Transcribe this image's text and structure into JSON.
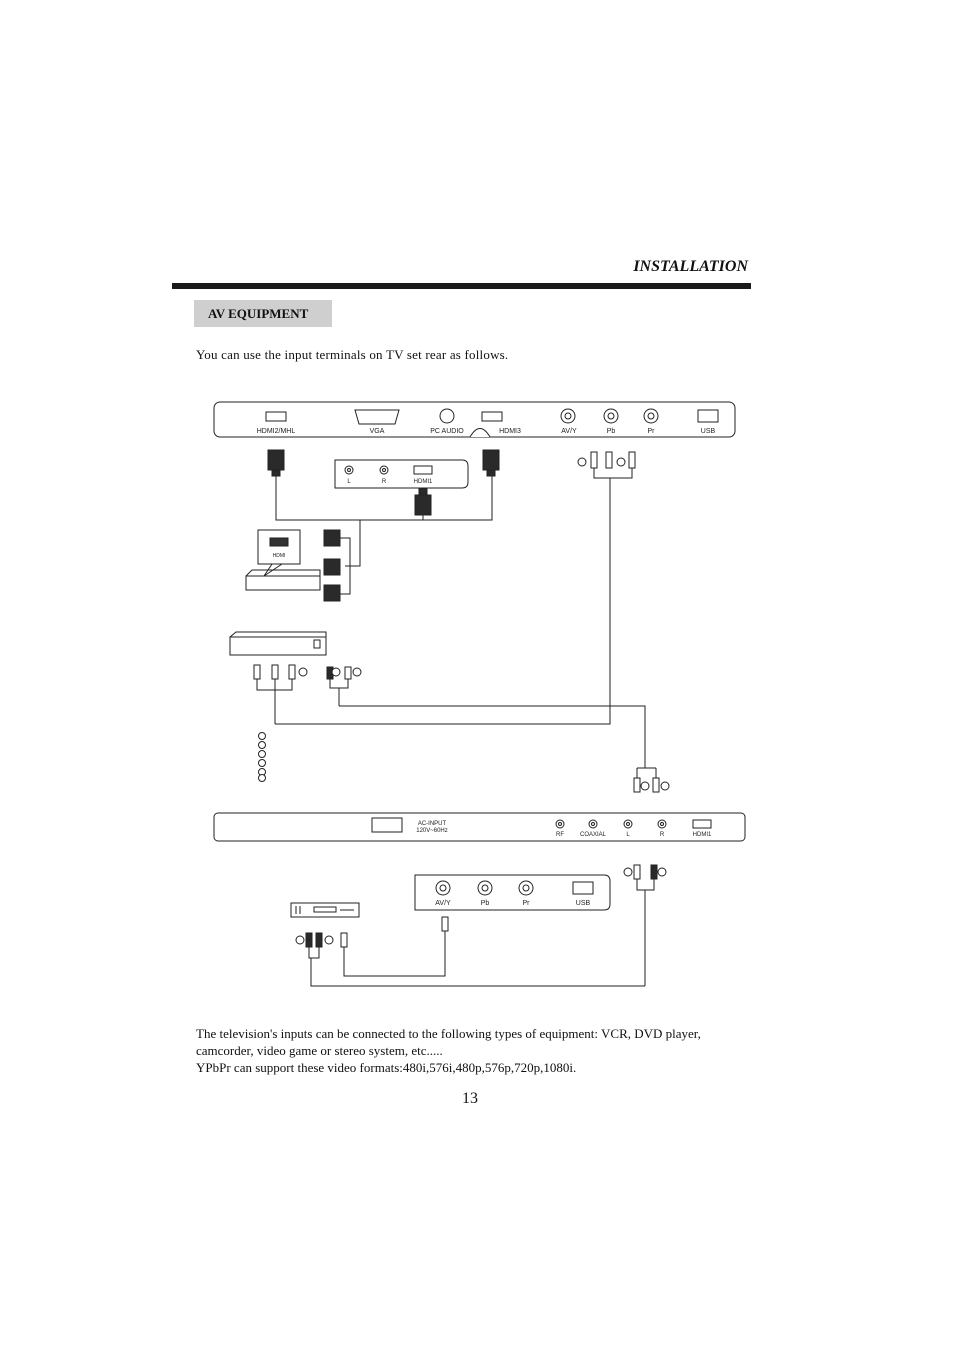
{
  "header": {
    "section": "INSTALLATION"
  },
  "badge": {
    "label": "AV EQUIPMENT"
  },
  "intro": "You can use the input terminals on TV set rear as follows.",
  "top_panel": {
    "ports": [
      "HDMI2/MHL",
      "VGA",
      "PC AUDIO",
      "HDMI3",
      "AV/Y",
      "Pb",
      "Pr",
      "USB"
    ]
  },
  "side_panel": {
    "ports": [
      "L",
      "R",
      "HDMI1"
    ]
  },
  "hdmi_device": {
    "label": "HDMI"
  },
  "bottom_panel": {
    "ac_input": "AC-INPUT",
    "ac_rating": "120V~60Hz",
    "ports": [
      "RF",
      "COAXIAL",
      "L",
      "R",
      "HDMI1"
    ]
  },
  "lower_panel": {
    "ports": [
      "AV/Y",
      "Pb",
      "Pr",
      "USB"
    ]
  },
  "body": {
    "line1": "The television's inputs can be connected to the following types of equipment: VCR, DVD player,",
    "line2": "camcorder, video game or stereo system, etc.....",
    "line3": "YPbPr can support these video formats:480i,576i,480p,576p,720p,1080i."
  },
  "page_number": "13"
}
